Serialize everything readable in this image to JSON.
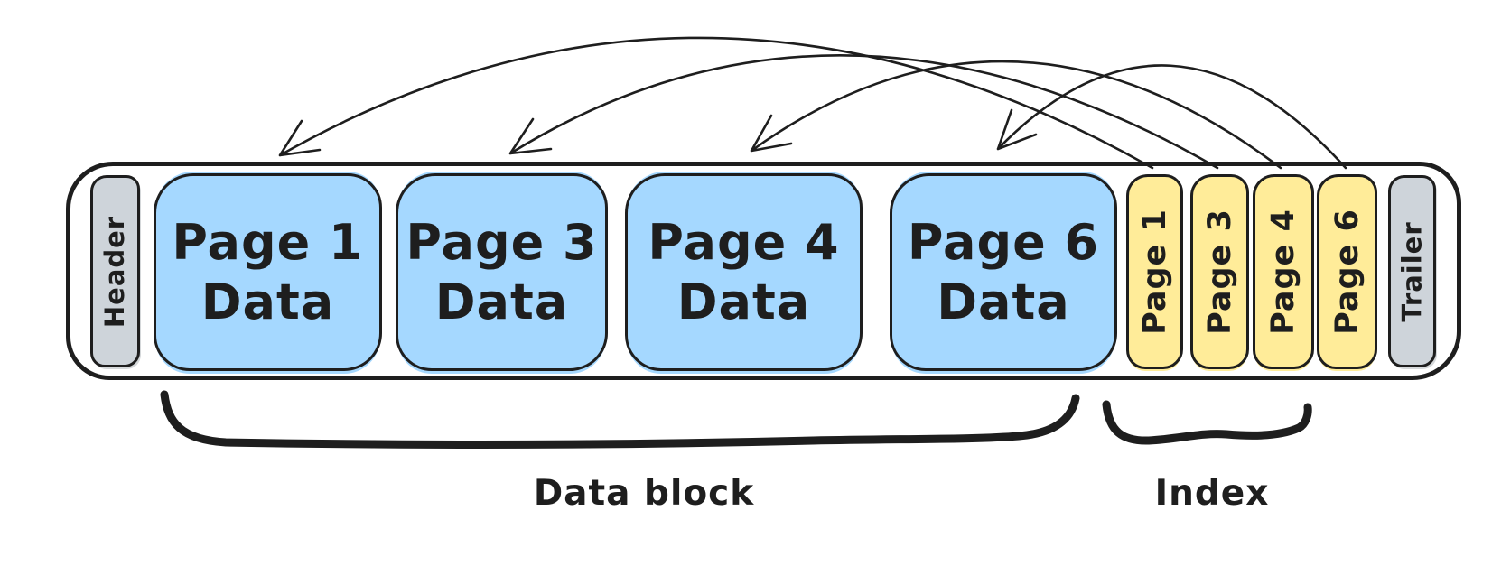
{
  "diagram": {
    "file_structure": {
      "header": {
        "label": "Header"
      },
      "data_pages": [
        {
          "title": "Page 1",
          "subtitle": "Data"
        },
        {
          "title": "Page 3",
          "subtitle": "Data"
        },
        {
          "title": "Page 4",
          "subtitle": "Data"
        },
        {
          "title": "Page 6",
          "subtitle": "Data"
        }
      ],
      "index_entries": [
        {
          "label": "Page 1"
        },
        {
          "label": "Page 3"
        },
        {
          "label": "Page 4"
        },
        {
          "label": "Page 6"
        }
      ],
      "trailer": {
        "label": "Trailer"
      }
    },
    "arrows": [
      {
        "from": "index-entry-page-1",
        "to": "data-page-1"
      },
      {
        "from": "index-entry-page-3",
        "to": "data-page-3"
      },
      {
        "from": "index-entry-page-4",
        "to": "data-page-4"
      },
      {
        "from": "index-entry-page-6",
        "to": "data-page-6"
      }
    ],
    "annotations": {
      "data_block_label": "Data block",
      "index_label": "Index"
    },
    "colors": {
      "data_page_fill": "#a5d8ff",
      "index_fill": "#ffec99",
      "meta_fill": "#ced4da",
      "stroke": "#1e1e1e",
      "background": "#ffffff"
    }
  }
}
